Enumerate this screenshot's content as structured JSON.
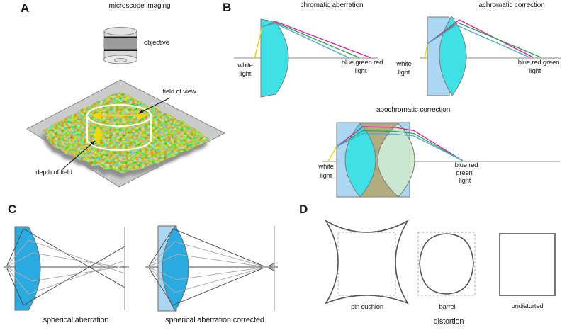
{
  "figure": {
    "panel_a": {
      "letter": "A",
      "title": "microscope imaging",
      "labels": {
        "objective": "objective",
        "field_of_view": "field of view",
        "depth_of_field": "depth of field"
      }
    },
    "panel_b": {
      "letter": "B",
      "chromatic": {
        "title": "chromatic aberration",
        "source": [
          "white",
          "light"
        ],
        "result": [
          "blue green red",
          "light"
        ]
      },
      "achromatic": {
        "title": "achromatic correction",
        "source": [
          "white",
          "light"
        ],
        "result": [
          "blue red green",
          "light"
        ]
      },
      "apochromatic": {
        "title": "apochromatic correction",
        "source": [
          "white",
          "light"
        ],
        "result": [
          "blue red",
          "green",
          "light"
        ]
      }
    },
    "panel_c": {
      "letter": "C",
      "captions": [
        "spherical aberration",
        "spherical aberration corrected"
      ]
    },
    "panel_d": {
      "letter": "D",
      "captions": [
        "pin cushion",
        "barrel",
        "undistorted"
      ],
      "group_caption": "distortion"
    }
  },
  "colors": {
    "lens_cyan": "#3EE2E6",
    "glass_pale_blue": "#ABD7F2",
    "lens_blue": "#29ABE2",
    "lens_pale_green": "#CDEBC9",
    "glass_olive": "#B1AD7D",
    "ray_yellow": "#F4D60B",
    "ray_magenta": "#E3199B",
    "ray_green": "#2FA44C",
    "ray_blue": "#4FA8D8",
    "plane_gray": "#CBCBCB",
    "outline_gray": "#7D7D7D",
    "text_dark": "#1A1A1A"
  }
}
